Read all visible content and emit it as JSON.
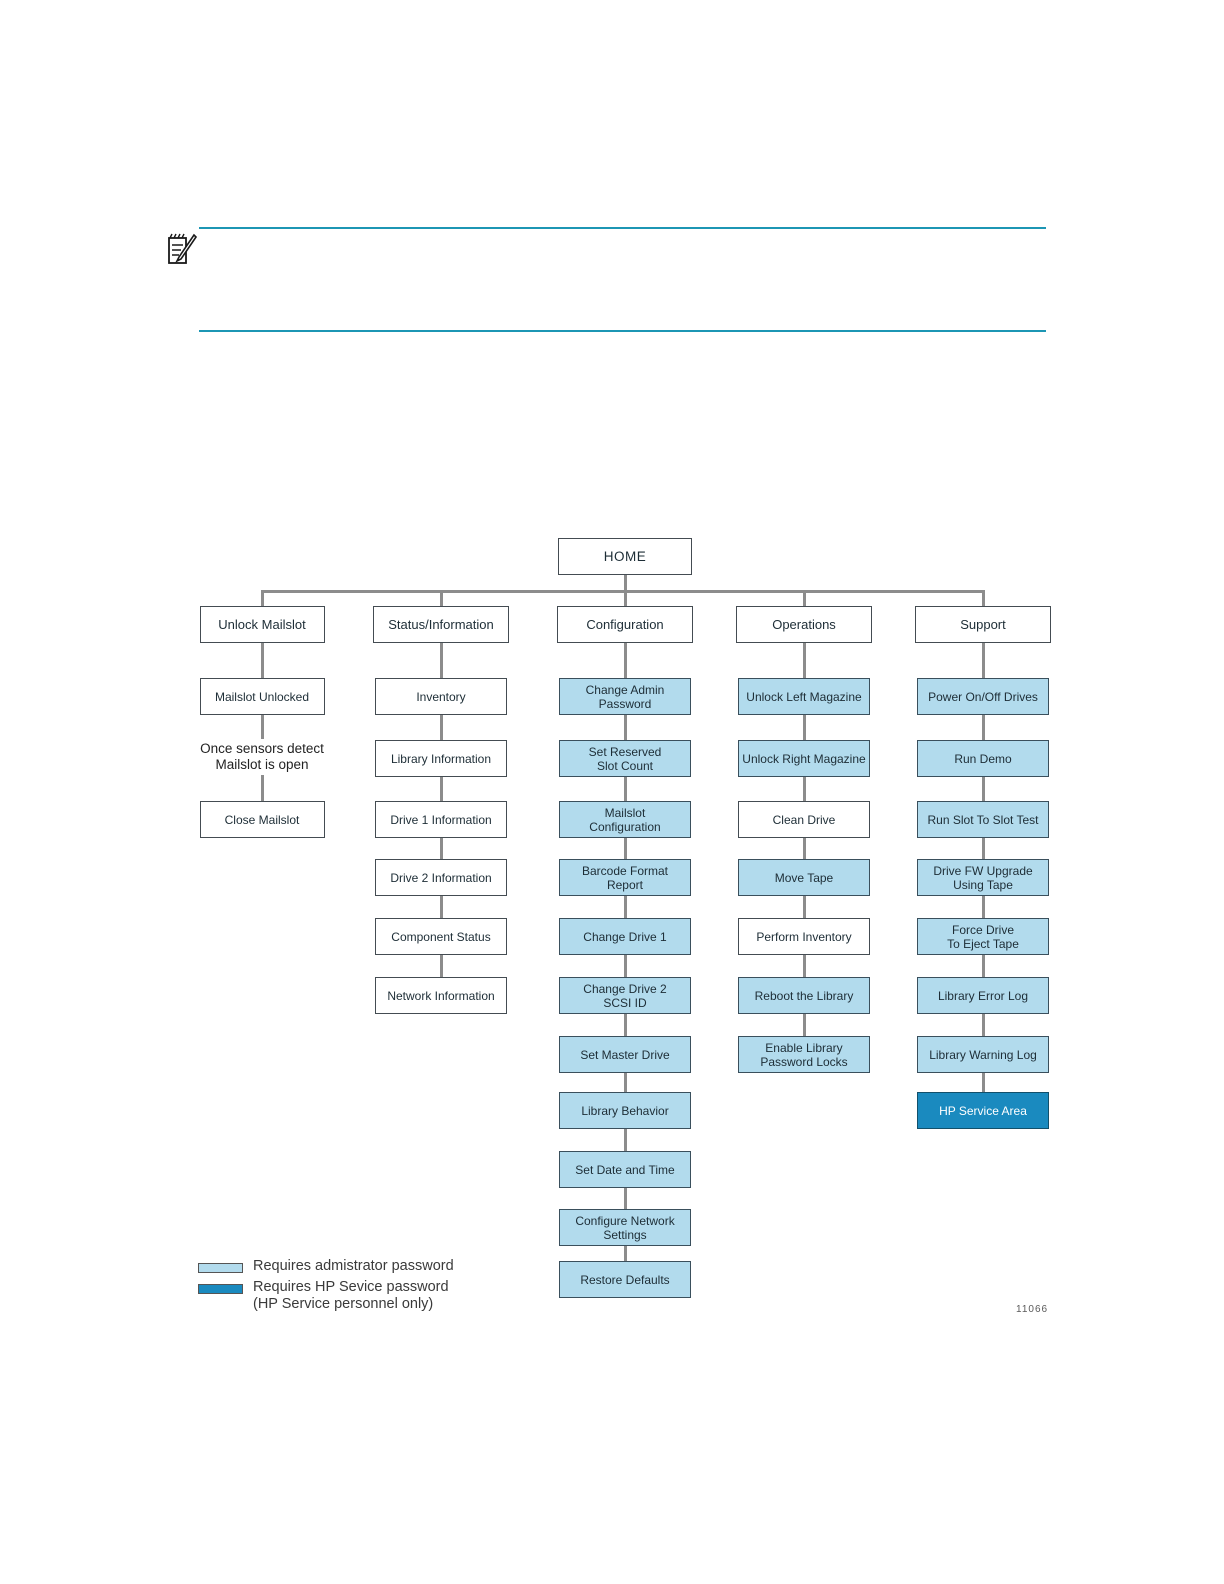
{
  "figure_code": "11066",
  "colors": {
    "admin_fill": "#b2dbed",
    "service_fill": "#1a8abf",
    "teal_rule": "#1c96b4",
    "connector_gray": "#8c8c8c"
  },
  "note": {
    "icon": "note-pencil-icon"
  },
  "tree": {
    "root": "HOME",
    "columns": [
      {
        "header": "Unlock Mailslot",
        "items": [
          {
            "label": "Mailslot Unlocked",
            "type": "plain"
          },
          {
            "label": "Once sensors detect\nMailslot is open",
            "type": "text"
          },
          {
            "label": "Close Mailslot",
            "type": "plain"
          }
        ]
      },
      {
        "header": "Status/Information",
        "items": [
          {
            "label": "Inventory",
            "type": "plain"
          },
          {
            "label": "Library Information",
            "type": "plain"
          },
          {
            "label": "Drive 1 Information",
            "type": "plain"
          },
          {
            "label": "Drive 2 Information",
            "type": "plain"
          },
          {
            "label": "Component Status",
            "type": "plain"
          },
          {
            "label": "Network Information",
            "type": "plain"
          }
        ]
      },
      {
        "header": "Configuration",
        "items": [
          {
            "label": "Change Admin\nPassword",
            "type": "admin"
          },
          {
            "label": "Set Reserved\nSlot Count",
            "type": "admin"
          },
          {
            "label": "Mailslot\nConfiguration",
            "type": "admin"
          },
          {
            "label": "Barcode Format\nReport",
            "type": "admin"
          },
          {
            "label": "Change Drive 1",
            "type": "admin"
          },
          {
            "label": "Change Drive 2\nSCSI ID",
            "type": "admin"
          },
          {
            "label": "Set Master Drive",
            "type": "admin"
          },
          {
            "label": "Library Behavior",
            "type": "admin"
          },
          {
            "label": "Set  Date and Time",
            "type": "admin"
          },
          {
            "label": "Configure Network\nSettings",
            "type": "admin"
          },
          {
            "label": "Restore Defaults",
            "type": "admin"
          }
        ]
      },
      {
        "header": "Operations",
        "items": [
          {
            "label": "Unlock Left Magazine",
            "type": "admin"
          },
          {
            "label": "Unlock Right Magazine",
            "type": "admin"
          },
          {
            "label": "Clean Drive",
            "type": "plain"
          },
          {
            "label": "Move Tape",
            "type": "admin"
          },
          {
            "label": "Perform Inventory",
            "type": "plain"
          },
          {
            "label": "Reboot the Library",
            "type": "admin"
          },
          {
            "label": "Enable Library\nPassword Locks",
            "type": "admin"
          }
        ]
      },
      {
        "header": "Support",
        "items": [
          {
            "label": "Power On/Off Drives",
            "type": "admin"
          },
          {
            "label": "Run Demo",
            "type": "admin"
          },
          {
            "label": "Run Slot To Slot Test",
            "type": "admin"
          },
          {
            "label": "Drive FW Upgrade\nUsing Tape",
            "type": "admin"
          },
          {
            "label": "Force Drive\nTo Eject Tape",
            "type": "admin"
          },
          {
            "label": "Library Error Log",
            "type": "admin"
          },
          {
            "label": "Library Warning Log",
            "type": "admin"
          },
          {
            "label": "HP Service Area",
            "type": "service"
          }
        ]
      }
    ]
  },
  "legend": [
    {
      "swatch": "admin",
      "lines": [
        "Requires admistrator password"
      ]
    },
    {
      "swatch": "service",
      "lines": [
        "Requires HP Sevice password",
        "(HP Service personnel only)"
      ]
    }
  ]
}
